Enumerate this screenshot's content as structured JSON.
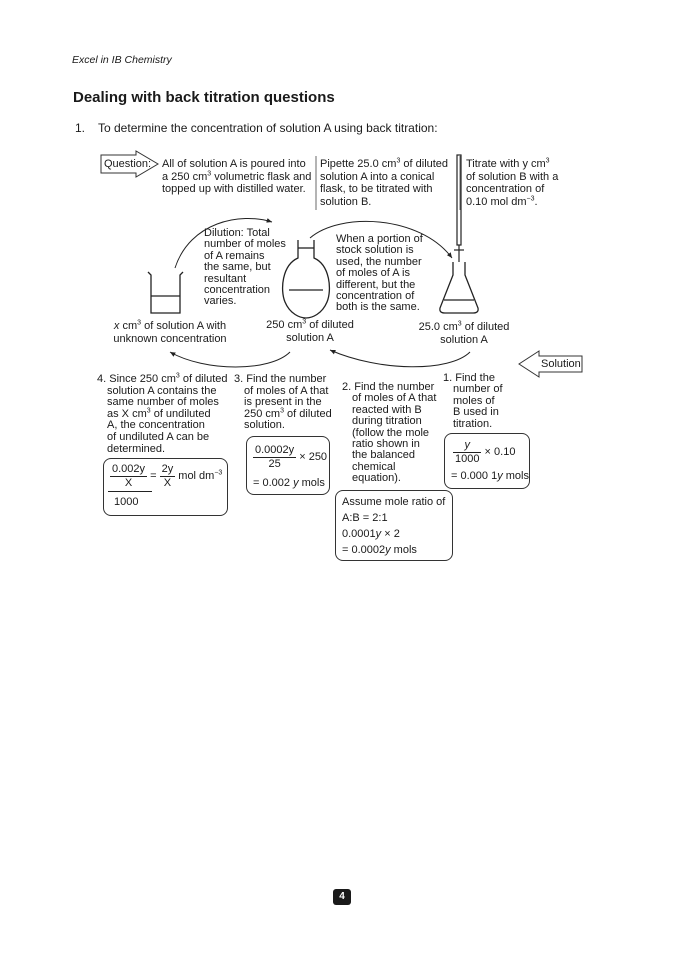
{
  "header": {
    "book_title": "Excel in IB Chemistry"
  },
  "heading": "Dealing with back titration questions",
  "question1": {
    "number": "1.",
    "text": "To determine the concentration of solution A using back titration:"
  },
  "labels": {
    "question": "Question:",
    "solution": "Solution"
  },
  "steps_top": {
    "pour_1": "All of solution A is poured into",
    "pour_2a": "a 250 cm",
    "pour_2b": "3",
    "pour_2c": " volumetric flask and",
    "pour_3": "topped up with distilled water.",
    "pip_1a": "Pipette 25.0 cm",
    "pip_1b": "3",
    "pip_1c": " of diluted",
    "pip_2": "solution A into a conical",
    "pip_3": "flask, to be titrated with",
    "pip_4": "solution B.",
    "tit_1a": "Titrate with y cm",
    "tit_1b": "3",
    "tit_2": "of solution B with a",
    "tit_3": "concentration of",
    "tit_4a": "0.10 mol dm",
    "tit_4b": "−3",
    "tit_4c": "."
  },
  "notes": {
    "dilution": [
      "Dilution: Total",
      "number of moles",
      "of A remains",
      "the same, but",
      "resultant",
      "concentration",
      "varies."
    ],
    "portion": [
      "When a portion of",
      "stock solution is",
      "used, the number",
      "of moles of A is",
      "different, but the",
      "concentration of",
      "both is the same."
    ]
  },
  "apparatus": {
    "beaker_1a": "x",
    "beaker_1b": " cm",
    "beaker_1c": "3",
    "beaker_1d": " of solution A with",
    "beaker_2": "unknown concentration",
    "flask_1a": "250 cm",
    "flask_1b": "3",
    "flask_1c": " of diluted",
    "flask_2": "solution A",
    "conical_1a": "25.0 cm",
    "conical_1b": "3",
    "conical_1c": " of diluted",
    "conical_2": "solution A"
  },
  "steps_bottom": {
    "s4": {
      "l1a": "4. Since 250 cm",
      "l1b": "3",
      "l1c": " of diluted",
      "l2": "solution A contains the",
      "l3": "same number of moles",
      "l4a": "as X cm",
      "l4b": "3",
      "l4c": " of undiluted",
      "l5": "A, the concentration",
      "l6": "of undiluted A can be",
      "l7": "determined."
    },
    "s3": {
      "l1": "3. Find the number",
      "l2": "of moles of A that",
      "l3": "is present in the",
      "l4a": "250 cm",
      "l4b": "3",
      "l4c": " of diluted",
      "l5": "solution."
    },
    "s2": {
      "l1": "2. Find the number",
      "l2": "of moles of A that",
      "l3": "reacted with B",
      "l4": "during titration",
      "l5": "(follow the mole",
      "l6": "ratio shown in",
      "l7": "the balanced",
      "l8": "chemical",
      "l9": "equation)."
    },
    "s1": {
      "l1": "1. Find the",
      "l2": "number of",
      "l3": "moles of",
      "l4": "B used in",
      "l5": "titration."
    }
  },
  "calc": {
    "c4": {
      "num1": "0.002y",
      "den1": "X",
      "eq": "=",
      "num2": "2y",
      "den2": "X",
      "unit_a": "mol dm",
      "unit_b": "−3",
      "den3": "1000"
    },
    "c3": {
      "num": "0.0002y",
      "mult": "× 250",
      "den": "25",
      "result_a": "= 0.002 ",
      "result_b": "y",
      "result_c": " mols"
    },
    "c2": {
      "l1": "Assume mole ratio of",
      "l2": "A:B = 2:1",
      "l3a": "0.0001",
      "l3b": "y",
      "l3c": " × 2",
      "l4a": "= 0.0002",
      "l4b": "y",
      "l4c": " mols"
    },
    "c1": {
      "num": "y",
      "den": "1000",
      "mult": "× 0.10",
      "result_a": "= 0.000 1",
      "result_b": "y",
      "result_c": " mols"
    }
  },
  "footer": {
    "page_number": "4"
  }
}
